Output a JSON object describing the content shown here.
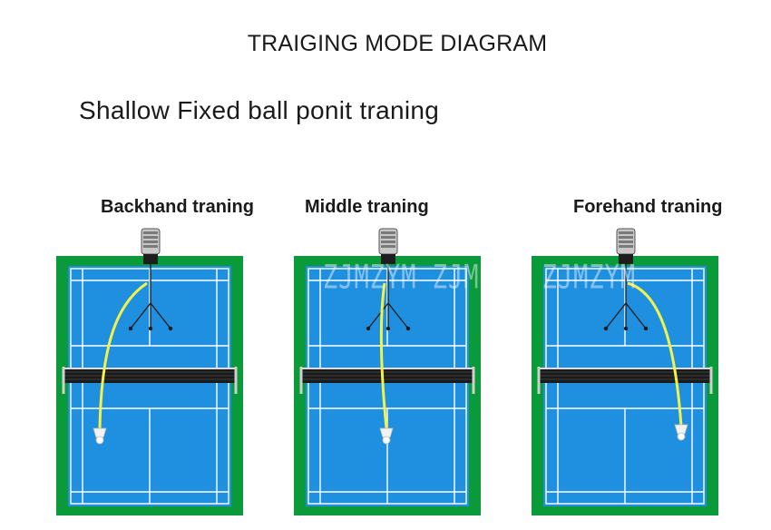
{
  "title": "TRAIGING MODE DIAGRAM",
  "subtitle": "Shallow Fixed ball ponit traning",
  "watermark": "ZJMZYM ZJMZYM ZJMZYM",
  "colors": {
    "court_surround": "#0a9a3a",
    "court_surface": "#1f8fe0",
    "court_lines": "#ffffff",
    "trajectory": "#f2f24a",
    "net": "#1b1b1b"
  },
  "panels": [
    {
      "id": "backhand",
      "label": "Backhand traning",
      "landing_side": "left"
    },
    {
      "id": "middle",
      "label": "Middle traning",
      "landing_side": "center"
    },
    {
      "id": "forehand",
      "label": "Forehand traning",
      "landing_side": "right"
    }
  ]
}
